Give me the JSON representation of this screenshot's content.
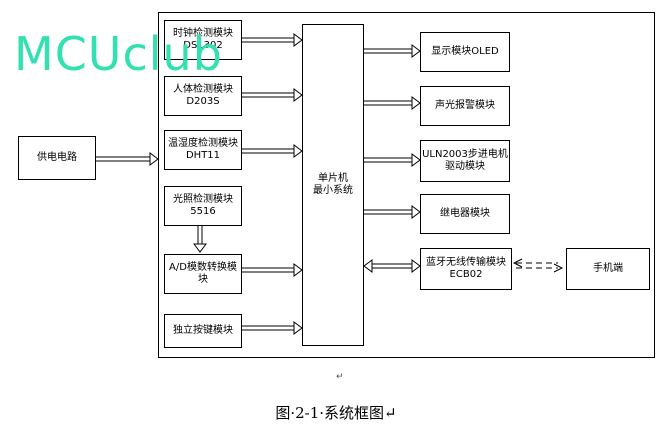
{
  "watermark": "MCUclub",
  "boxes": {
    "clock": [
      "时钟检测模块",
      "DS1302"
    ],
    "human": [
      "人体检测模块",
      "D203S"
    ],
    "temp": [
      "温湿度检测模块",
      "DHT11"
    ],
    "light": [
      "光照检测模块",
      "5516"
    ],
    "adc": [
      "A/D模数转换模",
      "块"
    ],
    "keys": [
      "独立按键模块"
    ],
    "power": [
      "供电电路"
    ],
    "mcu": [
      "单片机",
      "最小系统"
    ],
    "oled": [
      "显示模块OLED"
    ],
    "alarm": [
      "声光报警模块"
    ],
    "stepper": [
      "ULN2003步进电机",
      "驱动模块"
    ],
    "relay": [
      "继电器模块"
    ],
    "bluetooth": [
      "蓝牙无线传输模块",
      "ECB02"
    ],
    "phone": [
      "手机端"
    ]
  },
  "paragraph_mark": "↵",
  "caption": "图·2-1·系统框图↵",
  "colors": {
    "line": "#000000",
    "watermark": "#33e0b0"
  }
}
